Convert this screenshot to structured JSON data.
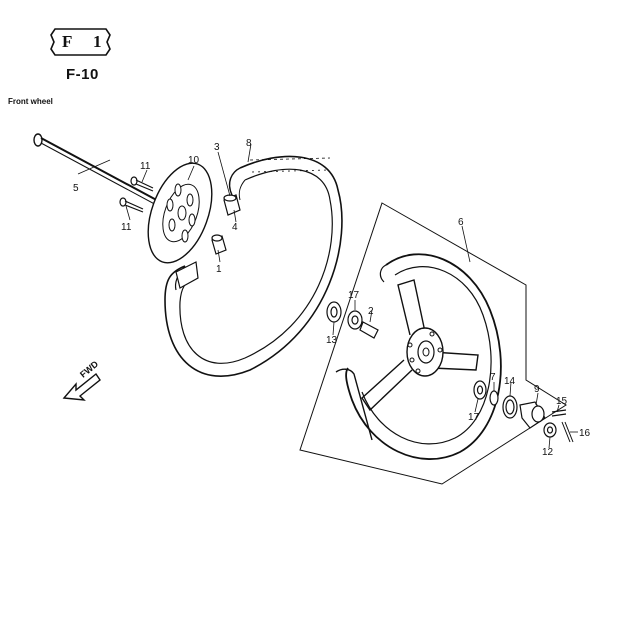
{
  "header": {
    "badge_letter": "F",
    "badge_number": "1",
    "page_code": "F-10",
    "section_title": "Front wheel"
  },
  "direction_label": "FWD",
  "callouts": {
    "c1": "1",
    "c2": "2",
    "c3": "3",
    "c4": "4",
    "c5": "5",
    "c6": "6",
    "c7": "7",
    "c8": "8",
    "c9": "9",
    "c10": "10",
    "c11a": "11",
    "c11b": "11",
    "c12": "12",
    "c13": "13",
    "c14": "14",
    "c15": "15",
    "c16": "16",
    "c17a": "17",
    "c17b": "17"
  }
}
